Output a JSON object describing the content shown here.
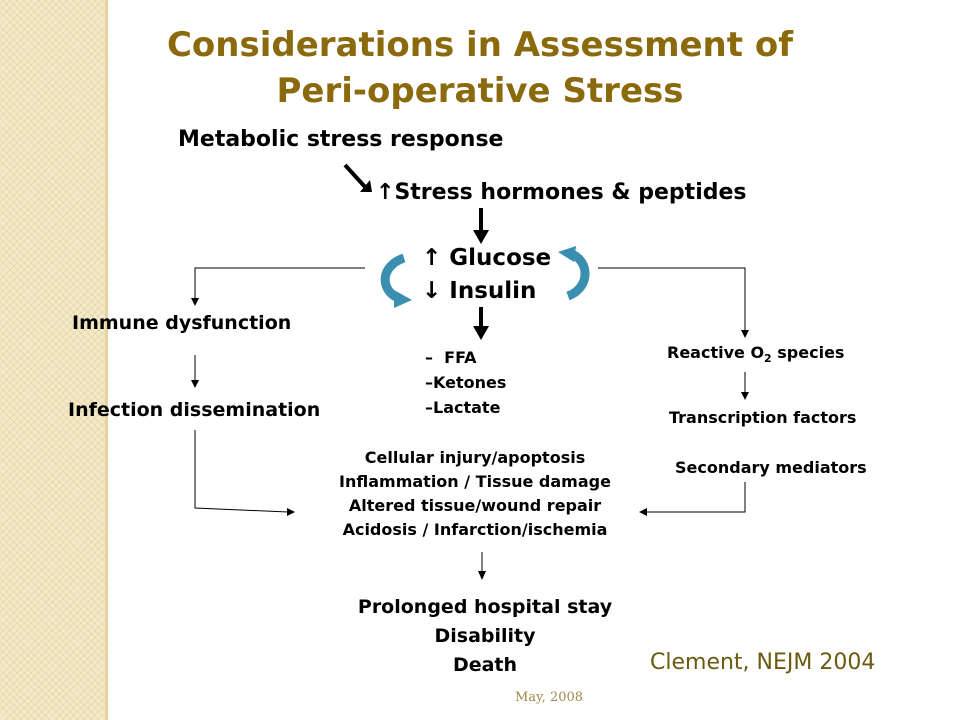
{
  "title_line1": "Considerations in Assessment of",
  "title_line2": "Peri-operative Stress",
  "metabolic": "Metabolic stress response",
  "stress_hormones": "Stress hormones & peptides",
  "glucose": "Glucose",
  "insulin": "Insulin",
  "immune": "Immune dysfunction",
  "infection": "Infection dissemination",
  "ffa": "FFA",
  "ketones": "Ketones",
  "lactate": "Lactate",
  "reactive_prefix": "Reactive O",
  "reactive_sub": "2",
  "reactive_suffix": " species",
  "transcription": "Transcription factors",
  "secondary": "Secondary mediators",
  "cellular": [
    "Cellular injury/apoptosis",
    "Inflammation / Tissue damage",
    "Altered tissue/wound repair",
    "Acidosis / Infarction/ischemia"
  ],
  "outcomes": [
    "Prolonged hospital stay",
    "Disability",
    "Death"
  ],
  "citation": "Clement, NEJM 2004",
  "footer": "May, 2008",
  "symbols": {
    "up": "↑",
    "down": "↓",
    "dash": "–"
  },
  "colors": {
    "title": "#8a6a0c",
    "cycle_arrow": "#3a8fb0",
    "citation": "#6b5a10"
  }
}
